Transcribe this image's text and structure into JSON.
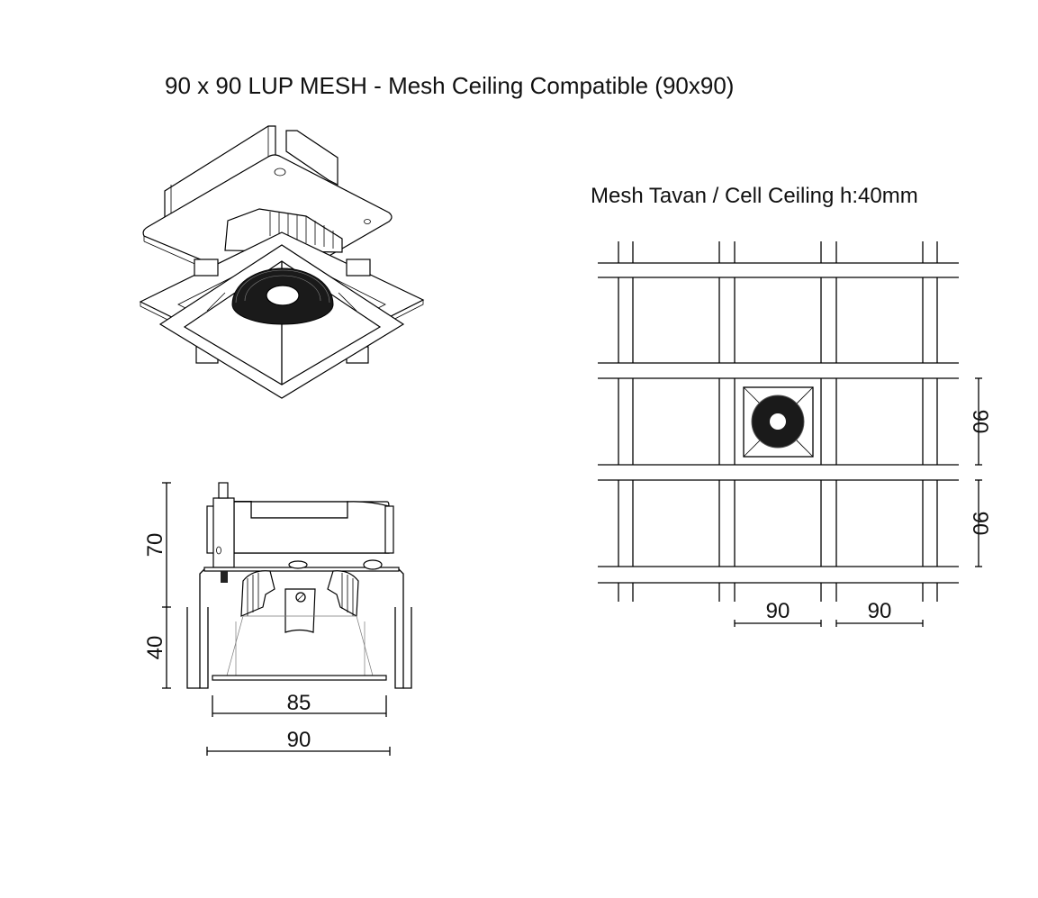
{
  "title": "90 x 90 LUP MESH - Mesh Ceiling Compatible (90x90)",
  "grid_title": "Mesh Tavan / Cell Ceiling h:40mm",
  "side_view": {
    "dim_height_upper": "70",
    "dim_height_lower": "40",
    "dim_inner_width": "85",
    "dim_outer_width": "90"
  },
  "grid_view": {
    "dim_cell_height_1": "90",
    "dim_cell_height_2": "90",
    "dim_cell_width_1": "90",
    "dim_cell_width_2": "90"
  },
  "colors": {
    "line": "#000000",
    "background": "#ffffff"
  }
}
